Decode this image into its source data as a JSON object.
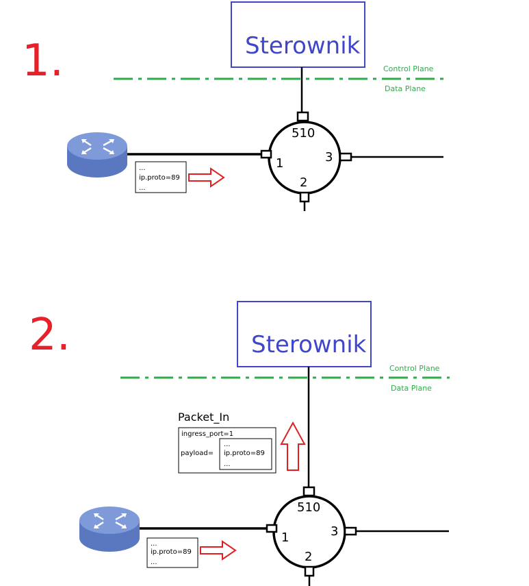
{
  "colors": {
    "step_number": "#e8202a",
    "controller_border": "#3f47c8",
    "controller_text": "#3f47c8",
    "plane_line": "#2eaa4a",
    "plane_label": "#2eaa4a",
    "arrow": "#e02020",
    "router_top": "#7f9ad8",
    "router_side": "#5a78c0"
  },
  "icons": {
    "router": "router-icon",
    "arrow_right": "arrow-right-icon",
    "arrow_up": "arrow-up-icon"
  },
  "scene1": {
    "step_label": "1.",
    "controller_label": "Sterownik",
    "control_plane_label": "Control Plane",
    "data_plane_label": "Data Plane",
    "port_controller": "510",
    "port_in": "1",
    "port_down": "2",
    "port_out": "3",
    "packet_lines": [
      "...",
      "ip.proto=89",
      "..."
    ]
  },
  "scene2": {
    "step_label": "2.",
    "controller_label": "Sterownik",
    "control_plane_label": "Control Plane",
    "data_plane_label": "Data Plane",
    "port_controller": "510",
    "port_in": "1",
    "port_down": "2",
    "port_out": "3",
    "packet_lines": [
      "...",
      "ip.proto=89",
      "..."
    ],
    "packet_in_title": "Packet_In",
    "ingress_port_line": "ingress_port=1",
    "payload_label": "payload=",
    "payload_lines": [
      "...",
      "ip.proto=89",
      "..."
    ]
  }
}
